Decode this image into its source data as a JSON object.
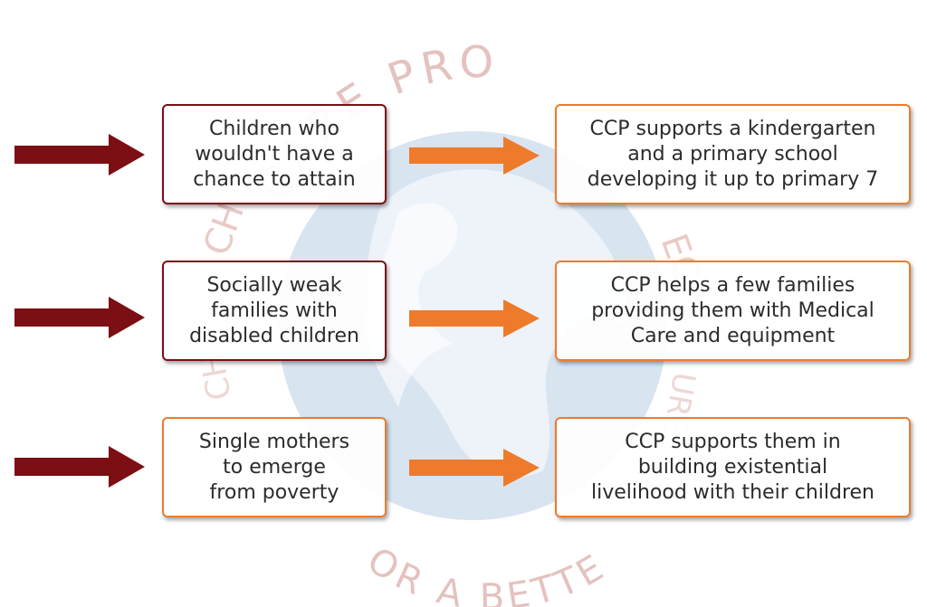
{
  "watermark": {
    "top_arc_text": "CARE PRO",
    "bottom_arc_text": "OR A BETTE",
    "left_letters_top": "CH",
    "left_letters_bottom": "CH",
    "right_letters_top": "EC",
    "right_letters_bottom": "URE",
    "globe_color": "#b9cde6",
    "text_color": "#d9a9a4"
  },
  "rows": [
    {
      "left_text": "Children who\nwouldn't have a\nchance to attain",
      "left_style": "dark",
      "right_text": "CCP supports a kindergarten\nand a primary school\ndeveloping it up to primary 7"
    },
    {
      "left_text": "Socially weak\nfamilies with\ndisabled children",
      "left_style": "dark",
      "right_text": "CCP helps a few families\nproviding them with Medical\nCare and equipment"
    },
    {
      "left_text": "Single mothers\nto emerge\nfrom poverty",
      "left_style": "orange",
      "right_text": "CCP supports them in\nbuilding existential\nlivelihood with their children"
    }
  ],
  "colors": {
    "dark_arrow": "#7b0f14",
    "orange_arrow": "#ee7b2c",
    "text": "#2b2b2b"
  }
}
